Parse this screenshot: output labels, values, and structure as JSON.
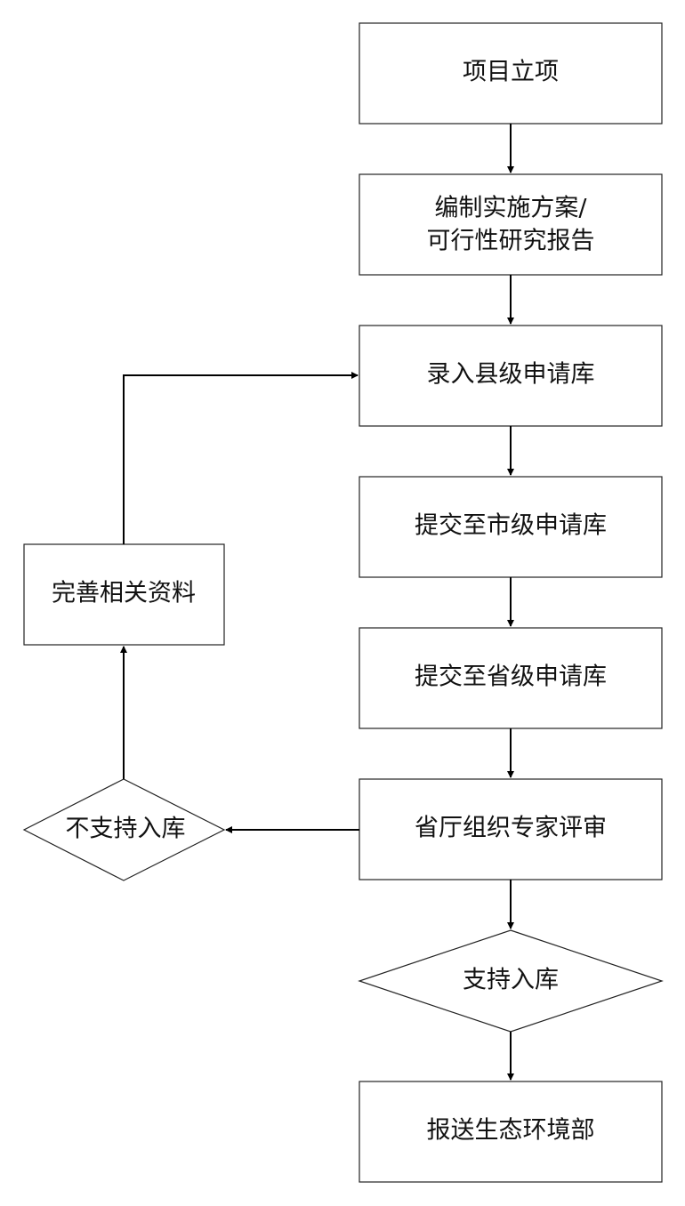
{
  "flowchart": {
    "nodes": {
      "project_approval": "项目立项",
      "compile_plan_line1": "编制实施方案/",
      "compile_plan_line2": "可行性研究报告",
      "county_library": "录入县级申请库",
      "city_library": "提交至市级申请库",
      "province_library": "提交至省级申请库",
      "expert_review": "省厅组织专家评审",
      "approve_decision": "支持入库",
      "reject_decision": "不支持入库",
      "improve_materials": "完善相关资料",
      "submit_ministry": "报送生态环境部"
    }
  }
}
